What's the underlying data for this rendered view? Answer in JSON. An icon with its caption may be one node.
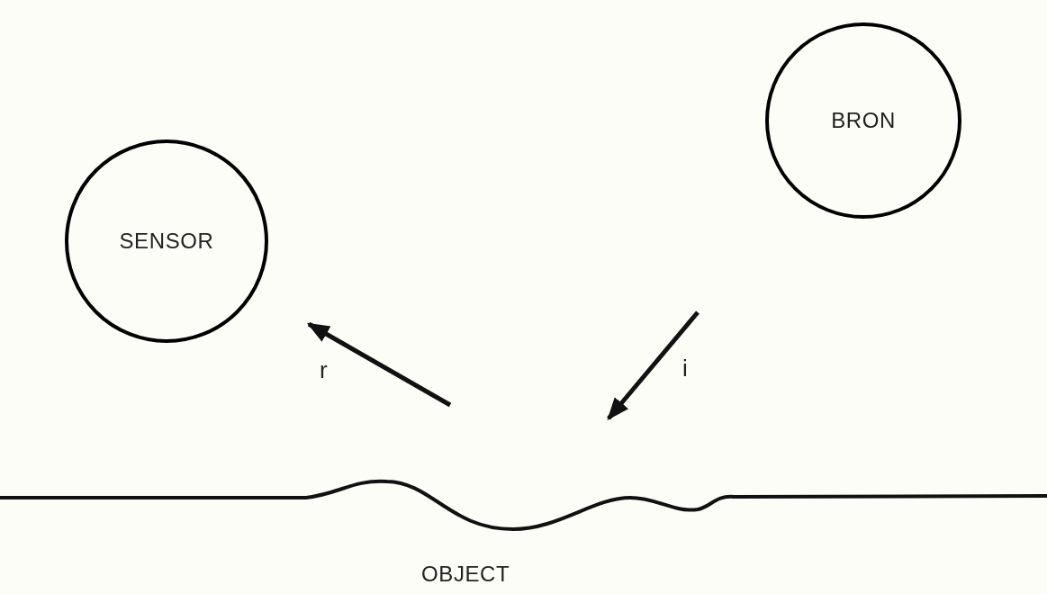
{
  "diagram": {
    "nodes": [
      {
        "text": [
          "BRON"
        ]
      },
      {
        "text": [
          "SENSOR"
        ]
      },
      {
        "text": [
          "OBJECT"
        ]
      }
    ],
    "labels": [
      "r",
      "i"
    ]
  }
}
